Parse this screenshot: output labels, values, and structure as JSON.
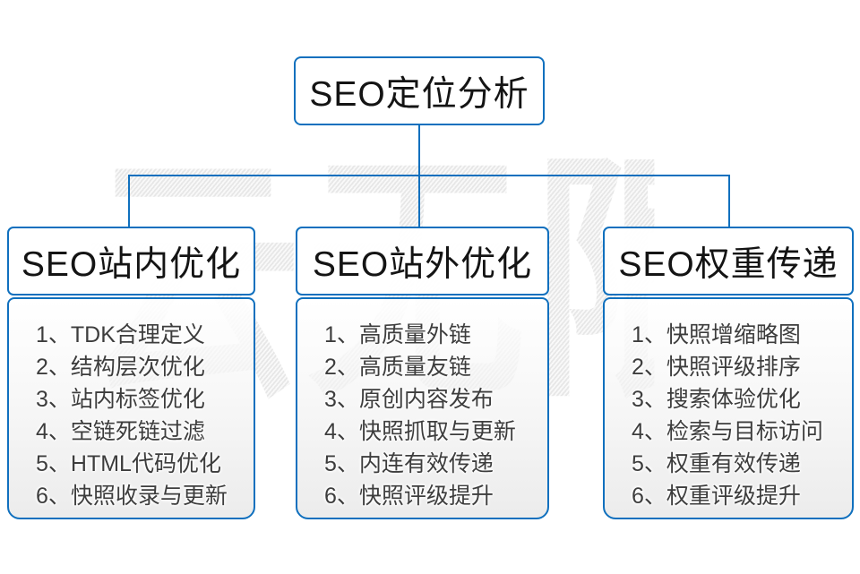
{
  "watermark": {
    "text": "云无限"
  },
  "root_box": {
    "title": "SEO定位分析"
  },
  "columns": [
    {
      "title": "SEO站内优化",
      "items": [
        "1、TDK合理定义",
        "2、结构层次优化",
        "3、站内标签优化",
        "4、空链死链过滤",
        "5、HTML代码优化",
        "6、快照收录与更新"
      ]
    },
    {
      "title": "SEO站外优化",
      "items": [
        "1、高质量外链",
        "2、高质量友链",
        "3、原创内容发布",
        "4、快照抓取与更新",
        "5、内连有效传递",
        "6、快照评级提升"
      ]
    },
    {
      "title": "SEO权重传递",
      "items": [
        "1、快照增缩略图",
        "2、快照评级排序",
        "3、搜索体验优化",
        "4、检索与目标访问",
        "5、权重有效传递",
        "6、权重评级提升"
      ]
    }
  ],
  "colors": {
    "accent_blue": "#1070be",
    "title_text": "#141414",
    "item_text": "#3d3d3d",
    "watermark_gray": "#ececec",
    "background": "#ffffff"
  }
}
